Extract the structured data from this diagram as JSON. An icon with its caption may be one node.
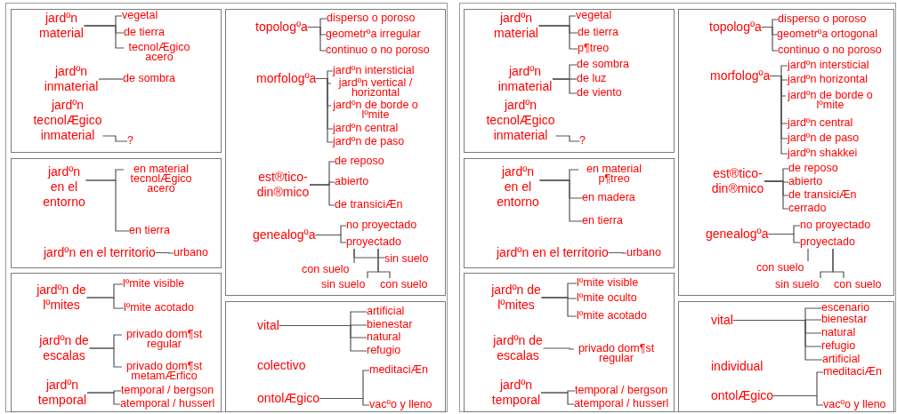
{
  "diagram": {
    "nodes": [
      {
        "text": [],
        "shape": "box"
      },
      {
        "text": [],
        "shape": "box",
        "in": 0
      },
      {
        "text": [
          "jardºn material"
        ],
        "in": 1
      },
      {
        "text": [
          "vegetal"
        ],
        "in": 1
      },
      {
        "text": [
          "de tierra"
        ],
        "in": 1
      },
      {
        "text": [
          "tecnolÆgico acero"
        ],
        "in": 1
      },
      {
        "text": [
          "jardºn inmaterial"
        ],
        "in": 1
      },
      {
        "text": [
          "de sombra"
        ],
        "in": 1
      },
      {
        "text": [
          "jardºn tecnolÆgico inmaterial"
        ],
        "in": 1
      },
      {
        "text": [
          "?"
        ],
        "in": 1
      },
      {
        "text": [],
        "shape": "box",
        "in": 0
      },
      {
        "text": [
          "jardºn en el entorno"
        ],
        "in": 10
      },
      {
        "text": [
          "en material tecnolÆgico acero"
        ],
        "in": 10
      },
      {
        "text": [
          "en tierra"
        ],
        "in": 10
      },
      {
        "text": [
          "jardºn en el territorio"
        ],
        "in": 10
      },
      {
        "text": [
          "urbano"
        ],
        "in": 10
      },
      {
        "text": [],
        "shape": "box",
        "in": 0
      },
      {
        "text": [
          "jardºn de lºmites"
        ],
        "in": 16
      },
      {
        "text": [
          "lºmite visible"
        ],
        "in": 16
      },
      {
        "text": [
          "lºmite acotado"
        ],
        "in": 16
      },
      {
        "text": [
          "jardºn de escalas"
        ],
        "in": 16
      },
      {
        "text": [
          "privado dom¶st regular"
        ],
        "in": 16
      },
      {
        "text": [
          "privado dom¶st metamÆrfico"
        ],
        "in": 16
      },
      {
        "text": [
          "jardºn temporal"
        ],
        "in": 16
      },
      {
        "text": [
          "temporal / bergson"
        ],
        "in": 16
      },
      {
        "text": [
          "atemporal / husserl"
        ],
        "in": 16
      },
      {
        "text": [],
        "shape": "box",
        "in": 0
      },
      {
        "text": [
          "topologºa"
        ],
        "in": 26
      },
      {
        "text": [
          "disperso o poroso"
        ],
        "in": 26
      },
      {
        "text": [
          "geometrºa irregular"
        ],
        "in": 26
      },
      {
        "text": [
          "continuo o no poroso"
        ],
        "in": 26
      },
      {
        "text": [
          "morfologºa"
        ],
        "in": 26
      },
      {
        "text": [
          "jardºn intersticial"
        ],
        "in": 26
      },
      {
        "text": [
          "jardºn vertical / horizontal"
        ],
        "in": 26
      },
      {
        "text": [
          "jardºn de borde o lºmite"
        ],
        "in": 26
      },
      {
        "text": [
          "jardºn central"
        ],
        "in": 26
      },
      {
        "text": [
          "jardºn de paso"
        ],
        "in": 26
      },
      {
        "text": [
          "est®tico- din®mico"
        ],
        "in": 26
      },
      {
        "text": [
          "de reposo"
        ],
        "in": 26
      },
      {
        "text": [
          "abierto"
        ],
        "in": 26
      },
      {
        "text": [
          "de transiciÆn"
        ],
        "in": 26
      },
      {
        "text": [
          "genealogºa"
        ],
        "in": 26
      },
      {
        "text": [
          "no proyectado"
        ],
        "in": 26
      },
      {
        "text": [
          "proyectado"
        ],
        "in": 26
      },
      {
        "text": [
          "con suelo"
        ],
        "in": 26
      },
      {
        "text": [
          "sin suelo"
        ],
        "in": 26
      },
      {
        "text": [
          "sin suelo"
        ],
        "in": 26
      },
      {
        "text": [
          "con suelo"
        ],
        "in": 26
      },
      {
        "text": [],
        "shape": "box",
        "in": 0
      },
      {
        "text": [
          "vital"
        ],
        "in": 48
      },
      {
        "text": [
          "artificial"
        ],
        "in": 48
      },
      {
        "text": [
          "bienestar"
        ],
        "in": 48
      },
      {
        "text": [
          "natural"
        ],
        "in": 48
      },
      {
        "text": [
          "refugio"
        ],
        "in": 48
      },
      {
        "text": [
          "colectivo"
        ],
        "in": 48
      },
      {
        "text": [
          "ontolÆgico"
        ],
        "in": 48
      },
      {
        "text": [
          "meditaciÆn"
        ],
        "in": 48
      },
      {
        "text": [
          "vacºo y lleno"
        ],
        "in": 48
      },
      {
        "text": [],
        "shape": "box"
      },
      {
        "text": [],
        "shape": "box",
        "in": 58
      },
      {
        "text": [
          "jardºn material"
        ],
        "in": 59
      },
      {
        "text": [
          "vegetal"
        ],
        "in": 59
      },
      {
        "text": [
          "de tierra"
        ],
        "in": 59
      },
      {
        "text": [
          "p¶treo"
        ],
        "in": 59
      },
      {
        "text": [
          "jardºn inmaterial"
        ],
        "in": 59
      },
      {
        "text": [
          "de sombra"
        ],
        "in": 59
      },
      {
        "text": [
          "de luz"
        ],
        "in": 59
      },
      {
        "text": [
          "de viento"
        ],
        "in": 59
      },
      {
        "text": [
          "jardºn tecnolÆgico inmaterial"
        ],
        "in": 59
      },
      {
        "text": [
          "?"
        ],
        "in": 59
      },
      {
        "text": [],
        "shape": "box",
        "in": 58
      },
      {
        "text": [
          "jardºn en el entorno"
        ],
        "in": 70
      },
      {
        "text": [
          "en material p¶treo"
        ],
        "in": 70
      },
      {
        "text": [
          "en madera"
        ],
        "in": 70
      },
      {
        "text": [
          "en tierra"
        ],
        "in": 70
      },
      {
        "text": [
          "jardºn en el territorio"
        ],
        "in": 70
      },
      {
        "text": [
          "urbano"
        ],
        "in": 70
      },
      {
        "text": [],
        "shape": "box",
        "in": 58
      },
      {
        "text": [
          "jardºn de lºmites"
        ],
        "in": 77
      },
      {
        "text": [
          "lºmite visible"
        ],
        "in": 77
      },
      {
        "text": [
          "lºmite oculto"
        ],
        "in": 77
      },
      {
        "text": [
          "lºmite acotado"
        ],
        "in": 77
      },
      {
        "text": [
          "jardºn de escalas"
        ],
        "in": 77
      },
      {
        "text": [
          "privado dom¶st regular"
        ],
        "in": 77
      },
      {
        "text": [
          "jardºn temporal"
        ],
        "in": 77
      },
      {
        "text": [
          "temporal / bergson"
        ],
        "in": 77
      },
      {
        "text": [
          "atemporal / husserl"
        ],
        "in": 77
      },
      {
        "text": [],
        "shape": "box",
        "in": 58
      },
      {
        "text": [
          "topologºa"
        ],
        "in": 87
      },
      {
        "text": [
          "disperso o poroso"
        ],
        "in": 87
      },
      {
        "text": [
          "geometrºa ortogonal"
        ],
        "in": 87
      },
      {
        "text": [
          "continuo o no poroso"
        ],
        "in": 87
      },
      {
        "text": [
          "morfologºa"
        ],
        "in": 87
      },
      {
        "text": [
          "jardºn intersticial"
        ],
        "in": 87
      },
      {
        "text": [
          "jardºn horizontal"
        ],
        "in": 87
      },
      {
        "text": [
          "jardºn de borde o lºmite"
        ],
        "in": 87
      },
      {
        "text": [
          "jardºn central"
        ],
        "in": 87
      },
      {
        "text": [
          "jardºn de paso"
        ],
        "in": 87
      },
      {
        "text": [
          "jardºn shakkei"
        ],
        "in": 87
      },
      {
        "text": [
          "est®tico- din®mico"
        ],
        "in": 87
      },
      {
        "text": [
          "de reposo"
        ],
        "in": 87
      },
      {
        "text": [
          "abierto"
        ],
        "in": 87
      },
      {
        "text": [
          "de transiciÆn"
        ],
        "in": 87
      },
      {
        "text": [
          "cerrado"
        ],
        "in": 87
      },
      {
        "text": [
          "genealogºa"
        ],
        "in": 87
      },
      {
        "text": [
          "no proyectado"
        ],
        "in": 87
      },
      {
        "text": [
          "proyectado"
        ],
        "in": 87
      },
      {
        "text": [
          "con suelo"
        ],
        "in": 87
      },
      {
        "text": [
          "sin suelo"
        ],
        "in": 87
      },
      {
        "text": [
          "con suelo"
        ],
        "in": 87
      },
      {
        "text": [],
        "shape": "box",
        "in": 58
      },
      {
        "text": [
          "vital"
        ],
        "in": 110
      },
      {
        "text": [
          "escenario"
        ],
        "in": 110
      },
      {
        "text": [
          "bienestar"
        ],
        "in": 110
      },
      {
        "text": [
          "natural"
        ],
        "in": 110
      },
      {
        "text": [
          "refugio"
        ],
        "in": 110
      },
      {
        "text": [
          "artificial"
        ],
        "in": 110
      },
      {
        "text": [
          "individual"
        ],
        "in": 110
      },
      {
        "text": [
          "ontolÆgico"
        ],
        "in": 110
      },
      {
        "text": [
          "meditaciÆn"
        ],
        "in": 110
      },
      {
        "text": [
          "vacºo y lleno"
        ],
        "in": 110
      }
    ],
    "edges": [
      {
        "from": 2,
        "to": 3,
        "arrow": "none"
      },
      {
        "from": 2,
        "to": 4,
        "arrow": "none"
      },
      {
        "from": 2,
        "to": 5,
        "arrow": "none"
      },
      {
        "from": 6,
        "to": 7,
        "arrow": "none"
      },
      {
        "from": 8,
        "to": 9,
        "arrow": "none"
      },
      {
        "from": 11,
        "to": 12,
        "arrow": "none"
      },
      {
        "from": 11,
        "to": 13,
        "arrow": "none"
      },
      {
        "from": 14,
        "to": 15,
        "arrow": "none"
      },
      {
        "from": 17,
        "to": 18,
        "arrow": "none"
      },
      {
        "from": 17,
        "to": 19,
        "arrow": "none"
      },
      {
        "from": 20,
        "to": 21,
        "arrow": "none"
      },
      {
        "from": 20,
        "to": 22,
        "arrow": "none"
      },
      {
        "from": 23,
        "to": 24,
        "arrow": "none"
      },
      {
        "from": 23,
        "to": 25,
        "arrow": "none"
      },
      {
        "from": 27,
        "to": 28,
        "arrow": "none"
      },
      {
        "from": 27,
        "to": 29,
        "arrow": "none"
      },
      {
        "from": 27,
        "to": 30,
        "arrow": "none"
      },
      {
        "from": 31,
        "to": 32,
        "arrow": "none"
      },
      {
        "from": 31,
        "to": 33,
        "arrow": "none"
      },
      {
        "from": 31,
        "to": 34,
        "arrow": "none"
      },
      {
        "from": 31,
        "to": 35,
        "arrow": "none"
      },
      {
        "from": 31,
        "to": 36,
        "arrow": "none"
      },
      {
        "from": 37,
        "to": 38,
        "arrow": "none"
      },
      {
        "from": 37,
        "to": 39,
        "arrow": "none"
      },
      {
        "from": 37,
        "to": 40,
        "arrow": "none"
      },
      {
        "from": 41,
        "to": 42,
        "arrow": "none"
      },
      {
        "from": 41,
        "to": 43,
        "arrow": "none"
      },
      {
        "from": 43,
        "to": 44,
        "arrow": "none"
      },
      {
        "from": 43,
        "to": 45,
        "arrow": "none"
      },
      {
        "from": 43,
        "to": 46,
        "arrow": "none"
      },
      {
        "from": 43,
        "to": 47,
        "arrow": "none"
      },
      {
        "from": 49,
        "to": 50,
        "arrow": "none"
      },
      {
        "from": 49,
        "to": 51,
        "arrow": "none"
      },
      {
        "from": 49,
        "to": 52,
        "arrow": "none"
      },
      {
        "from": 49,
        "to": 53,
        "arrow": "none"
      },
      {
        "from": 55,
        "to": 56,
        "arrow": "none"
      },
      {
        "from": 55,
        "to": 57,
        "arrow": "none"
      },
      {
        "from": 60,
        "to": 61,
        "arrow": "none"
      },
      {
        "from": 60,
        "to": 62,
        "arrow": "none"
      },
      {
        "from": 60,
        "to": 63,
        "arrow": "none"
      },
      {
        "from": 64,
        "to": 65,
        "arrow": "none"
      },
      {
        "from": 64,
        "to": 66,
        "arrow": "none"
      },
      {
        "from": 64,
        "to": 67,
        "arrow": "none"
      },
      {
        "from": 68,
        "to": 69,
        "arrow": "none"
      },
      {
        "from": 71,
        "to": 72,
        "arrow": "none"
      },
      {
        "from": 71,
        "to": 73,
        "arrow": "none"
      },
      {
        "from": 71,
        "to": 74,
        "arrow": "none"
      },
      {
        "from": 75,
        "to": 76,
        "arrow": "none"
      },
      {
        "from": 78,
        "to": 79,
        "arrow": "none"
      },
      {
        "from": 78,
        "to": 80,
        "arrow": "none"
      },
      {
        "from": 78,
        "to": 81,
        "arrow": "none"
      },
      {
        "from": 82,
        "to": 83,
        "arrow": "none"
      },
      {
        "from": 84,
        "to": 85,
        "arrow": "none"
      },
      {
        "from": 84,
        "to": 86,
        "arrow": "none"
      },
      {
        "from": 88,
        "to": 89,
        "arrow": "none"
      },
      {
        "from": 88,
        "to": 90,
        "arrow": "none"
      },
      {
        "from": 88,
        "to": 91,
        "arrow": "none"
      },
      {
        "from": 92,
        "to": 93,
        "arrow": "none"
      },
      {
        "from": 92,
        "to": 94,
        "arrow": "none"
      },
      {
        "from": 92,
        "to": 95,
        "arrow": "none"
      },
      {
        "from": 92,
        "to": 96,
        "arrow": "none"
      },
      {
        "from": 92,
        "to": 97,
        "arrow": "none"
      },
      {
        "from": 92,
        "to": 98,
        "arrow": "none"
      },
      {
        "from": 99,
        "to": 100,
        "arrow": "none"
      },
      {
        "from": 99,
        "to": 101,
        "arrow": "none"
      },
      {
        "from": 99,
        "to": 102,
        "arrow": "none"
      },
      {
        "from": 99,
        "to": 103,
        "arrow": "none"
      },
      {
        "from": 104,
        "to": 105,
        "arrow": "none"
      },
      {
        "from": 104,
        "to": 106,
        "arrow": "none"
      },
      {
        "from": 106,
        "to": 107,
        "arrow": "none"
      },
      {
        "from": 106,
        "to": 108,
        "arrow": "none"
      },
      {
        "from": 106,
        "to": 109,
        "arrow": "none"
      },
      {
        "from": 111,
        "to": 112,
        "arrow": "none"
      },
      {
        "from": 111,
        "to": 113,
        "arrow": "none"
      },
      {
        "from": 111,
        "to": 114,
        "arrow": "none"
      },
      {
        "from": 111,
        "to": 115,
        "arrow": "none"
      },
      {
        "from": 111,
        "to": 116,
        "arrow": "none"
      },
      {
        "from": 118,
        "to": 119,
        "arrow": "none"
      },
      {
        "from": 118,
        "to": 120,
        "arrow": "none"
      }
    ]
  }
}
